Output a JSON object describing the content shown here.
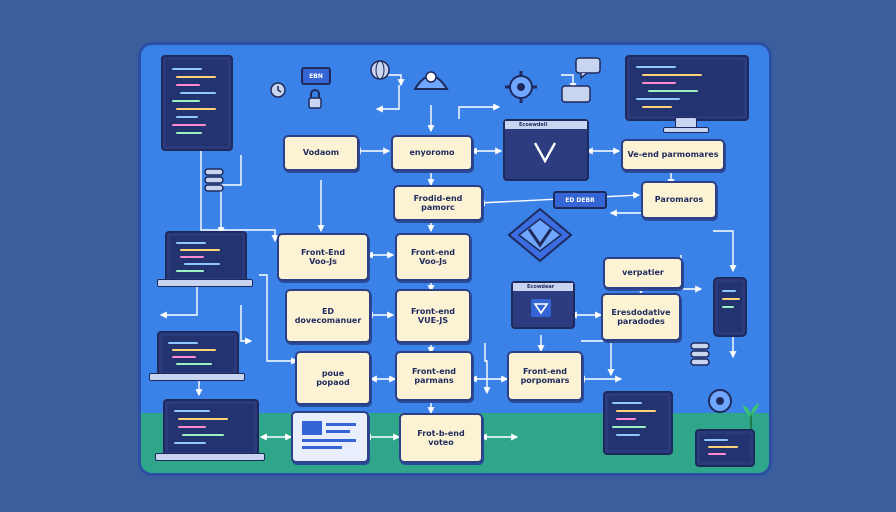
{
  "nodes": {
    "vodaom": "Vodaom",
    "enyoromo": "enyoromo",
    "ve_end_parmomares": "Ve-end parmomares",
    "frodid_end": "Frodid-end\npamorc",
    "paromaros": "Paromaros",
    "front_end_voo": "Front-End\nVoo-Js",
    "front_end_voo_js": "Front-end\nVoo-Js",
    "ed_dovecomanuer": "ED\ndovecomanuer",
    "front_end_vue": "Front-end\nVUE-JS",
    "poue_popaod": "poue\npopaod",
    "front_end_parmans": "Front-end\nparmans",
    "front_end_porpomars": "Front-end\nporpomars",
    "front_b_end_voteo": "Frot-b-end\nvoteo",
    "verparier": "verpatier",
    "eresdodatise": "Eresdodative\nparadodes",
    "ed_debr": "ED DEBR"
  },
  "windows": {
    "top_window": "Ecoewdeil",
    "mid_window": "Ecowdear"
  },
  "badges": {
    "ebn": "EBN"
  },
  "icons": [
    "laptop-code-icon",
    "monitor-code-icon",
    "robot-icon",
    "gear-icon",
    "chat-bubble-icon",
    "vue-logo-icon",
    "database-icon",
    "phone-icon",
    "globe-icon",
    "lock-icon",
    "clock-icon",
    "plant-icon"
  ],
  "colors": {
    "background": "#3b5f9c",
    "board": "#3b82e8",
    "ground": "#2fa58a",
    "node_fill": "#fbf3d4",
    "line": "#ffffff"
  }
}
